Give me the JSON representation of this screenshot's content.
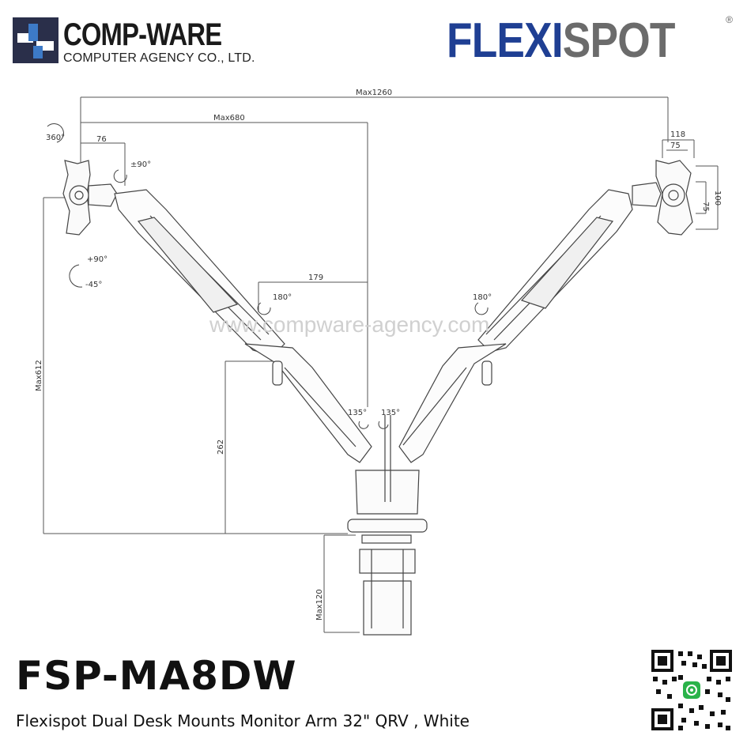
{
  "brand_left": {
    "name": "COMP-WARE",
    "subtitle": "COMPUTER AGENCY CO., LTD."
  },
  "brand_right": {
    "name_part1": "FLEXI",
    "name_part2": "SPOT",
    "registered": "®"
  },
  "drawing": {
    "dimensions": {
      "overall_width": "Max1260",
      "arm_reach": "Max680",
      "mount_offset": "76",
      "tilt_left": "±90°",
      "rotate": "360°",
      "elbow_span": "179",
      "elbow_rotate_left": "180°",
      "elbow_rotate_right": "180°",
      "base_rotate_left": "135°",
      "base_rotate_right": "135°",
      "overall_height": "Max612",
      "pole_height": "262",
      "clamp_height": "Max120",
      "vesa_width_outer": "118",
      "vesa_width_inner": "75",
      "vesa_height_inner": "75",
      "vesa_height_outer": "100",
      "tilt_up": "+90°",
      "tilt_down": "-45°"
    },
    "watermark": "www.compware-agency.com"
  },
  "product": {
    "model": "FSP-MA8DW",
    "description": "Flexispot Dual Desk Mounts Monitor Arm 32\" QRV , White"
  },
  "colors": {
    "brand_blue": "#1f3f93",
    "brand_gray": "#6b6b6b",
    "line": "#555555"
  }
}
